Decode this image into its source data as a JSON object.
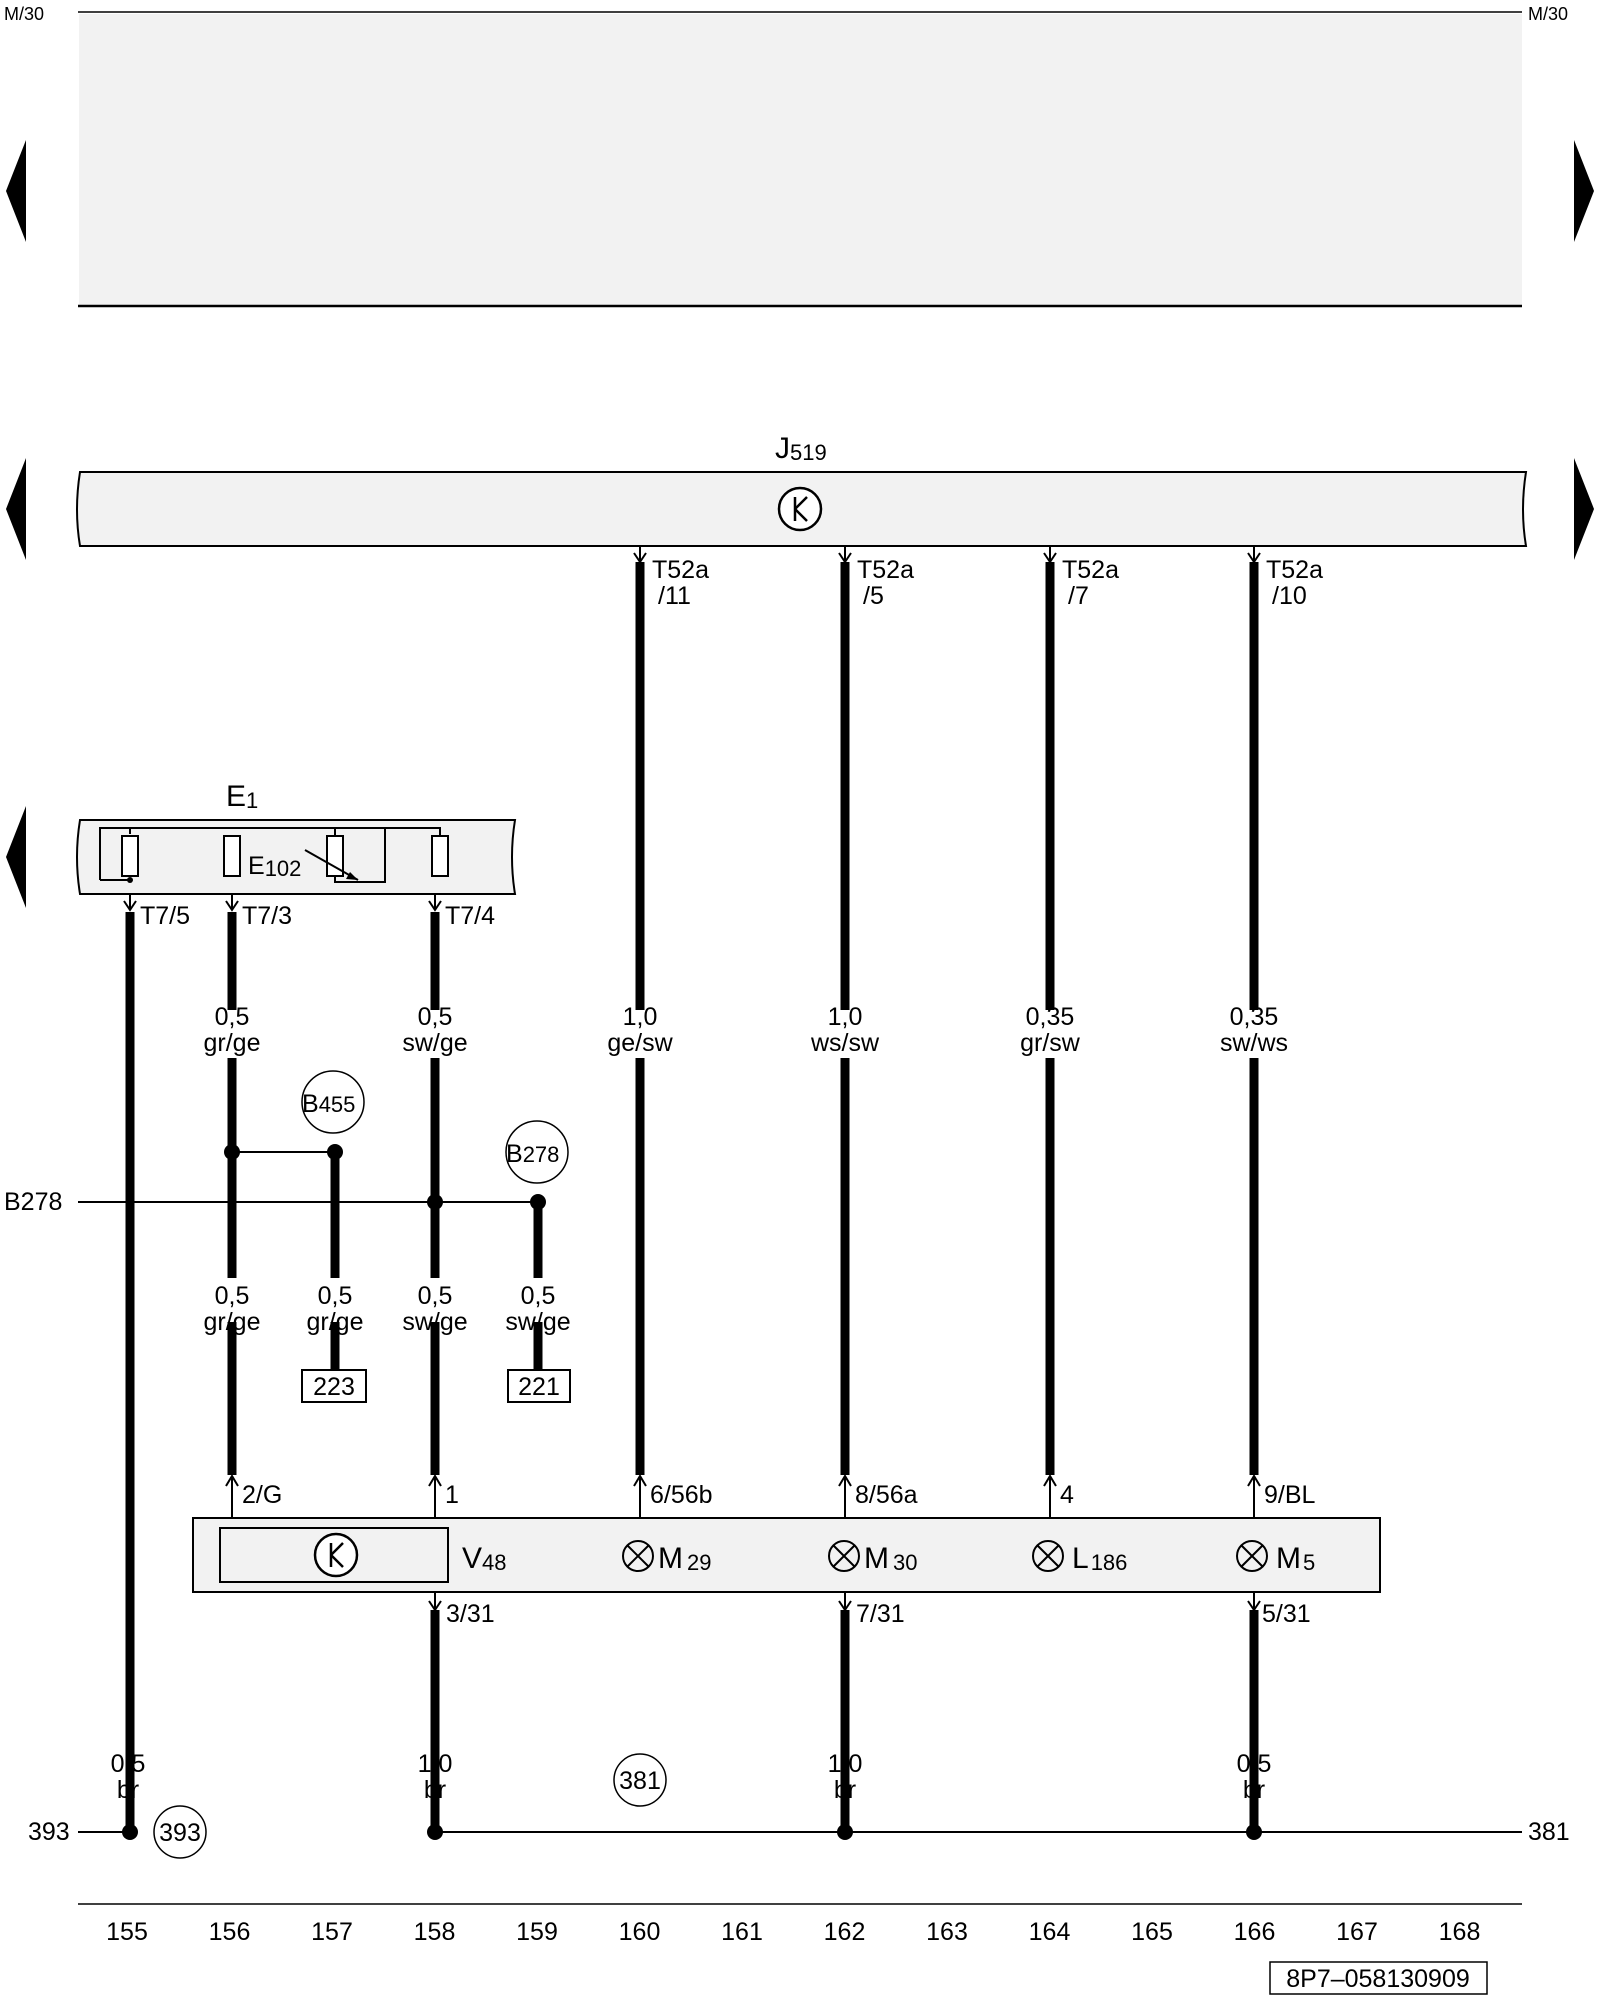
{
  "page_ref": "M/30",
  "components": {
    "j519": {
      "label": "J",
      "sub": "519"
    },
    "e1": {
      "label": "E",
      "sub": "1"
    },
    "e102": {
      "label": "E",
      "sub": "102"
    },
    "v48": {
      "label": "V",
      "sub": "48"
    },
    "m29": {
      "label": "M",
      "sub": "29"
    },
    "m30": {
      "label": "M",
      "sub": "30"
    },
    "l186": {
      "label": "L",
      "sub": "186"
    },
    "m5": {
      "label": "M",
      "sub": "5"
    }
  },
  "connectors": {
    "j_11": {
      "a": "T52a",
      "b": "/11"
    },
    "j_5": {
      "a": "T52a",
      "b": "/5"
    },
    "j_7": {
      "a": "T52a",
      "b": "/7"
    },
    "j_10": {
      "a": "T52a",
      "b": "/10"
    },
    "e_5": "T7/5",
    "e_3": "T7/3",
    "e_4": "T7/4",
    "v_2g": "2/G",
    "v_1": "1",
    "v_656b": "6/56b",
    "v_856a": "8/56a",
    "v_4": "4",
    "v_9bl": "9/BL",
    "v_331": "3/31",
    "v_731": "7/31",
    "v_531": "5/31"
  },
  "wires": {
    "w156a": {
      "size": "0,5",
      "color": "gr/ge"
    },
    "w158a": {
      "size": "0,5",
      "color": "sw/ge"
    },
    "w160": {
      "size": "1,0",
      "color": "ge/sw"
    },
    "w162a": {
      "size": "1,0",
      "color": "ws/sw"
    },
    "w164": {
      "size": "0,35",
      "color": "gr/sw"
    },
    "w166a": {
      "size": "0,35",
      "color": "sw/ws"
    },
    "w156b": {
      "size": "0,5",
      "color": "gr/ge"
    },
    "w157": {
      "size": "0,5",
      "color": "gr/ge"
    },
    "w158b": {
      "size": "0,5",
      "color": "sw/ge"
    },
    "w159": {
      "size": "0,5",
      "color": "sw/ge"
    },
    "w155": {
      "size": "0,5",
      "color": "br"
    },
    "w158c": {
      "size": "1,0",
      "color": "br"
    },
    "w162b": {
      "size": "1,0",
      "color": "br"
    },
    "w166b": {
      "size": "0,5",
      "color": "br"
    }
  },
  "connections": {
    "b455": {
      "label": "B",
      "sub": "455"
    },
    "b278": {
      "label": "B",
      "sub": "278"
    },
    "b278_line": "B278",
    "c381": "381",
    "c393": "393",
    "ground_left": "393",
    "ground_right": "381"
  },
  "refs": {
    "r223": "223",
    "r221": "221"
  },
  "track_numbers": [
    "155",
    "156",
    "157",
    "158",
    "159",
    "160",
    "161",
    "162",
    "163",
    "164",
    "165",
    "166",
    "167",
    "168"
  ],
  "doc_id": "8P7–058130909",
  "colors": {
    "shade": "#f2f2f2",
    "ink": "#000000"
  }
}
